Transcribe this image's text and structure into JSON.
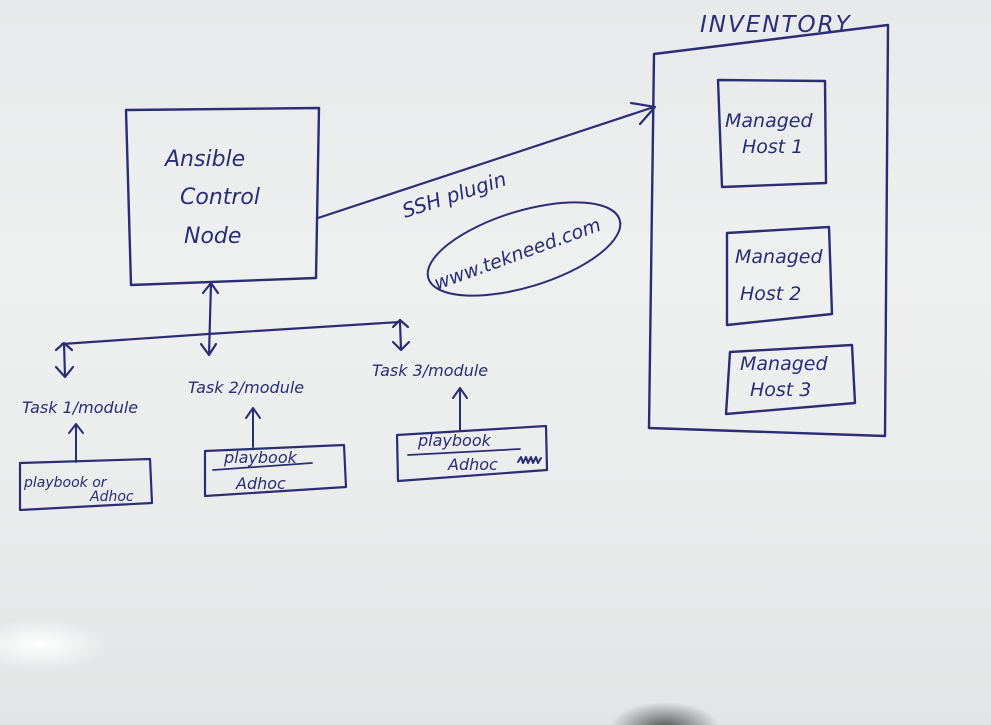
{
  "inventory": {
    "title": "INVENTORY",
    "hosts": [
      {
        "line1": "Managed",
        "line2": "Host 1"
      },
      {
        "line1": "Managed",
        "line2": "Host 2"
      },
      {
        "line1": "Managed",
        "line2": "Host 3"
      }
    ]
  },
  "control_node": {
    "line1": "Ansible",
    "line2": "Control",
    "line3": "Node"
  },
  "connection_label": "SSH plugin",
  "watermark": "www.tekneed.com",
  "tasks": [
    {
      "label": "Task 1/module",
      "source_line1": "playbook or",
      "source_line2": "Adhoc"
    },
    {
      "label": "Task 2/module",
      "source_line1": "playbook",
      "source_line2": "Adhoc"
    },
    {
      "label": "Task 3/module",
      "source_line1": "playbook",
      "source_line2": "Adhoc"
    }
  ],
  "colors": {
    "ink": "#2a2d74",
    "board": "#eceeee"
  }
}
